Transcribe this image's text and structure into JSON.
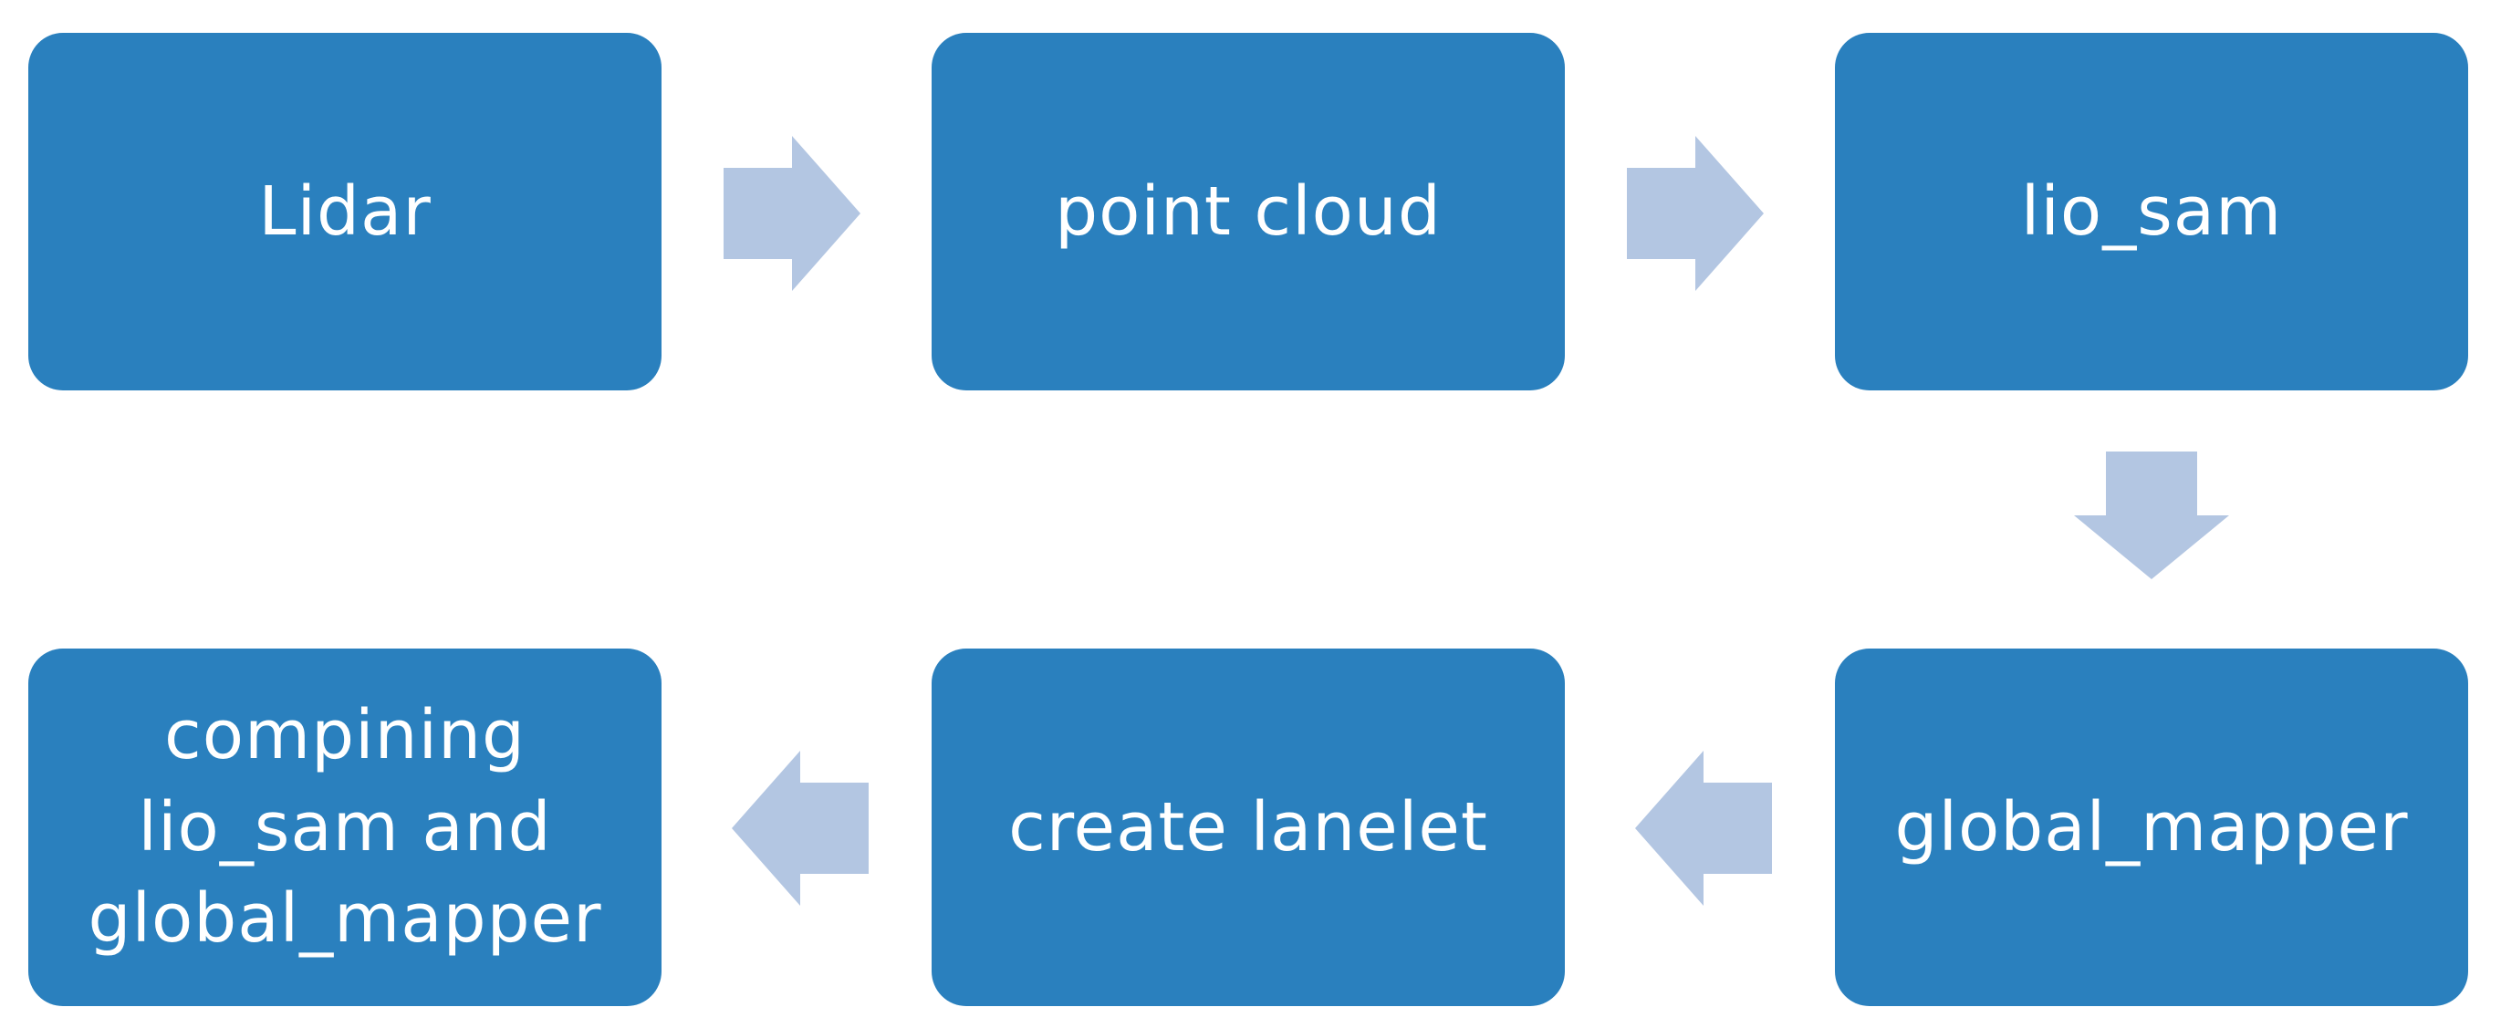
{
  "colors": {
    "node_fill": "#2A80BE",
    "arrow_fill": "#B3C6E2",
    "text": "#FFFFFF"
  },
  "nodes": [
    {
      "label": "Lidar"
    },
    {
      "label": "point cloud"
    },
    {
      "label": "lio_sam"
    },
    {
      "label": "global_mapper"
    },
    {
      "label": "create lanelet"
    },
    {
      "label": "compining\nlio_sam and\nglobal_mapper"
    }
  ]
}
